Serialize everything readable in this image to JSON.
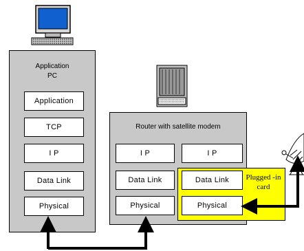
{
  "pc": {
    "title_line1": "Application",
    "title_line2": "PC",
    "layers": [
      "Application",
      "TCP",
      "I P",
      "Data Link",
      "Physical"
    ]
  },
  "router": {
    "title": "Router with satellite modem",
    "left_layers": [
      "I P",
      "Data Link",
      "Physical"
    ],
    "right_layers": [
      "I P",
      "Data Link",
      "Physical"
    ]
  },
  "plugged_card": {
    "label_line1": "Plugged -in",
    "label_line2": "card",
    "color": "#ffff00"
  },
  "icons": [
    "computer-icon",
    "router-rack-icon",
    "satellite-dish-icon"
  ],
  "colors": {
    "panel": "#c8c8c8",
    "card": "#ffff00",
    "monitor_screen": "#1060d0"
  }
}
